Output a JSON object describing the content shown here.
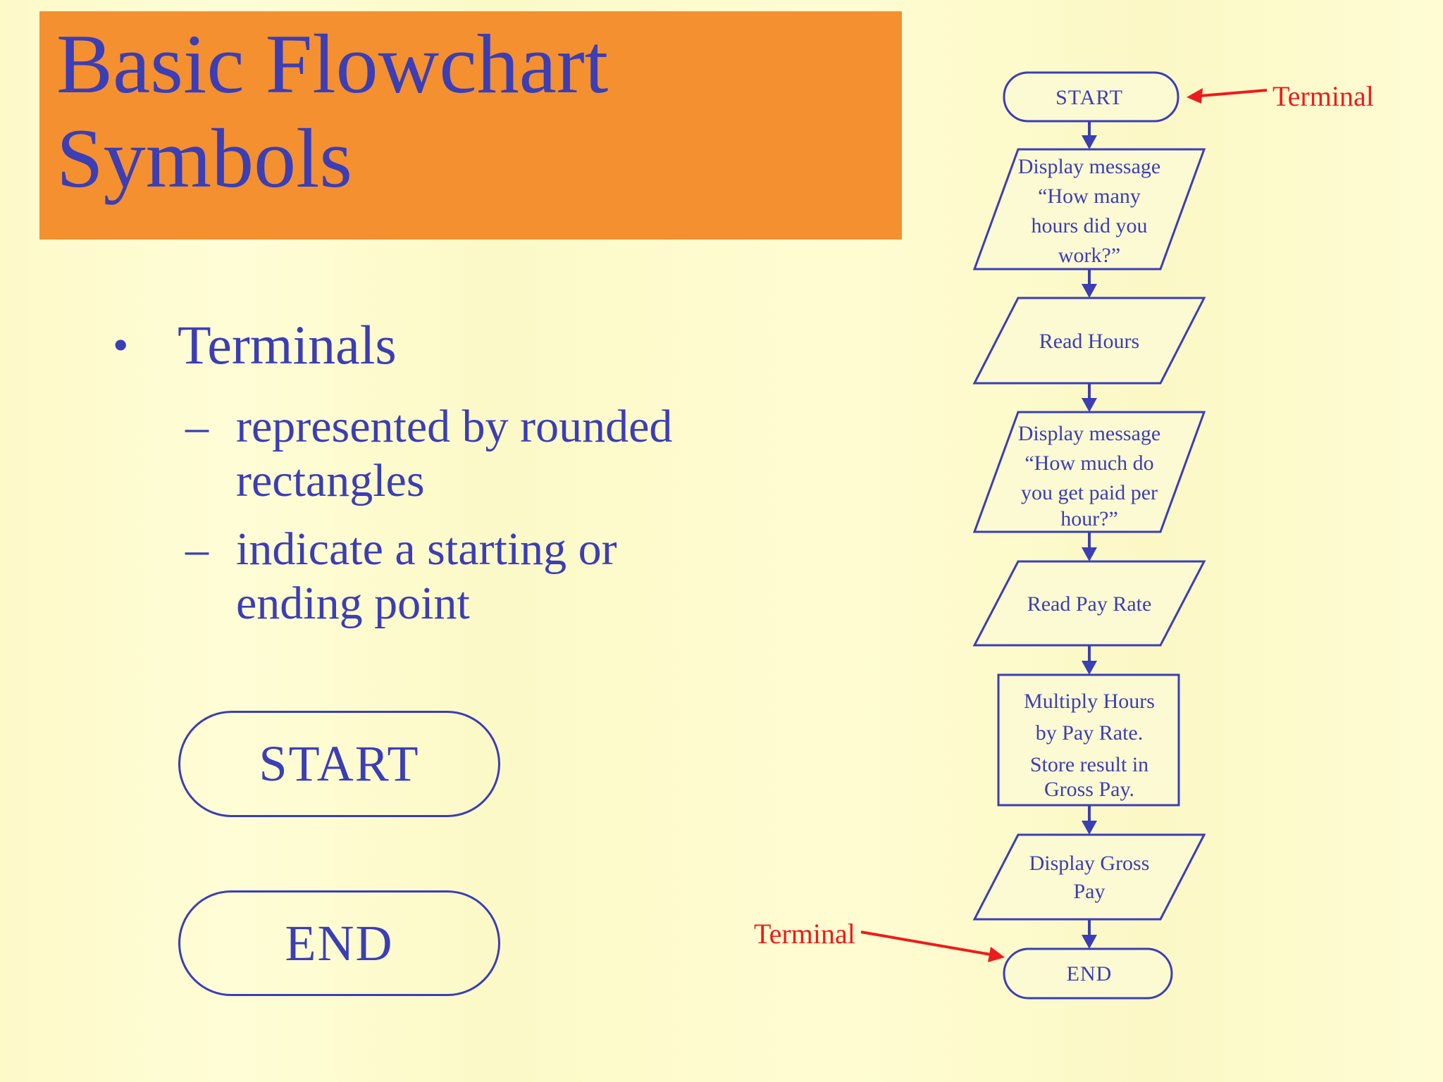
{
  "slide": {
    "title": "Basic Flowchart Symbols"
  },
  "bullets": {
    "marker": "•",
    "dash": "–",
    "item": "Terminals",
    "sub1": "represented by rounded rectangles",
    "sub2": "indicate a starting or ending point"
  },
  "examples": {
    "start": "START",
    "end": "END"
  },
  "flowchart": {
    "start": "START",
    "io1": [
      "Display message",
      "“How many",
      "hours did you",
      "work?”"
    ],
    "io2": [
      "Read Hours"
    ],
    "io3": [
      "Display message",
      "“How much do",
      "you get paid per",
      "hour?”"
    ],
    "io4": [
      "Read Pay Rate"
    ],
    "process": [
      "Multiply Hours",
      "by Pay Rate.",
      "Store result in",
      "Gross Pay."
    ],
    "io5": [
      "Display Gross",
      "Pay"
    ],
    "end": "END",
    "annotation_top": "Terminal",
    "annotation_bottom": "Terminal"
  },
  "colors": {
    "background": "#fdfacd",
    "banner": "#f4902f",
    "ink": "#3b3eb5",
    "accent": "#ed1c1c"
  }
}
